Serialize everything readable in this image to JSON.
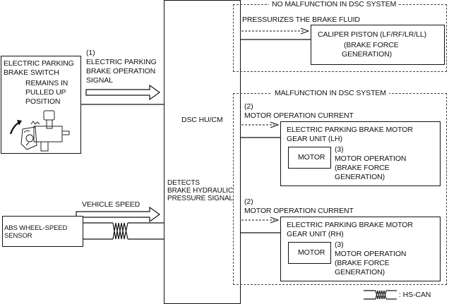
{
  "diagram": {
    "switch_box": {
      "title_line1": "ELECTRIC PARKING",
      "title_line2": "BRAKE SWITCH",
      "note_line1": "REMAINS IN",
      "note_line2": "PULLED UP",
      "note_line3": "POSITION"
    },
    "signal1": {
      "num": "(1)",
      "line1": "ELECTRIC PARKING",
      "line2": "BRAKE OPERATION",
      "line3": "SIGNAL"
    },
    "dsc": {
      "label": "DSC HU/CM",
      "detect_line1": "DETECTS",
      "detect_line2": "BRAKE HYDRAULIC",
      "detect_line3": "PRESSURE SIGNAL"
    },
    "abs_box": {
      "line1": "ABS WHEEL-SPEED",
      "line2": "SENSOR"
    },
    "vehicle_speed": "VEHICLE SPEED",
    "no_malfunction": {
      "title": "NO MALFUNCTION IN DSC SYSTEM",
      "flow_label": "PRESSURIZES THE BRAKE FLUID",
      "caliper_line1": "CALIPER PISTON (LF/RF/LR/LL)",
      "caliper_line2": "(BRAKE FORCE",
      "caliper_line3": "GENERATION)"
    },
    "malfunction": {
      "title": "MALFUNCTION IN DSC SYSTEM",
      "units": [
        {
          "num": "(2)",
          "current_label": "MOTOR OPERATION CURRENT",
          "unit_line1": "ELECTRIC PARKING BRAKE MOTOR",
          "unit_line2": "GEAR UNIT (LH)",
          "motor": "MOTOR",
          "op_num": "(3)",
          "op_line1": "MOTOR OPERATION",
          "op_line2": "(BRAKE FORCE",
          "op_line3": "GENERATION)"
        },
        {
          "num": "(2)",
          "current_label": "MOTOR OPERATION CURRENT",
          "unit_line1": "ELECTRIC PARKING BRAKE MOTOR",
          "unit_line2": "GEAR UNIT (RH)",
          "motor": "MOTOR",
          "op_num": "(3)",
          "op_line1": "MOTOR OPERATION",
          "op_line2": "(BRAKE FORCE",
          "op_line3": "GENERATION)"
        }
      ]
    },
    "legend": {
      "label": ": HS-CAN",
      "icon": "twisted-pair-icon"
    }
  }
}
